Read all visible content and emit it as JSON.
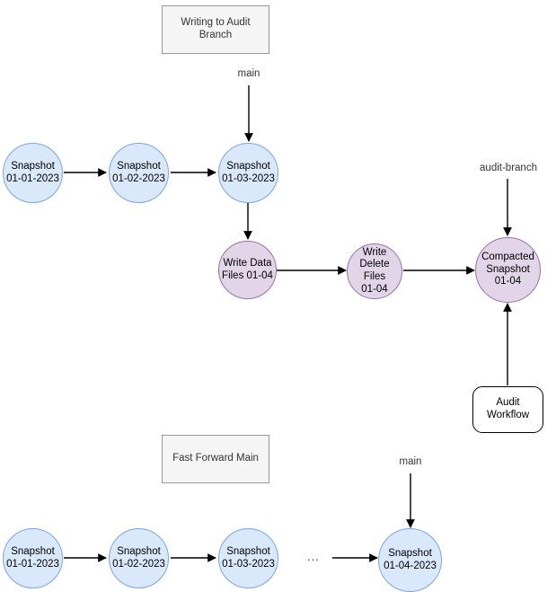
{
  "diagram": {
    "title": "Writing to Audit Branch / Fast Forward Main",
    "colors": {
      "snapshot_fill": "#dae8fc",
      "snapshot_stroke": "#7ea6d9",
      "write_fill": "#e1d5e7",
      "write_stroke": "#9a71a8",
      "label_box_fill": "#f5f5f5",
      "label_box_stroke": "#999999",
      "workflow_box_fill": "#ffffff",
      "workflow_box_stroke": "#000000",
      "edge_stroke": "#000000",
      "background": "#ffffff"
    },
    "sections": [
      {
        "id": "writing-to-audit-branch",
        "label": "Writing to Audit\nBranch"
      },
      {
        "id": "fast-forward-main",
        "label": "Fast Forward Main"
      }
    ],
    "top_section": {
      "branch_label_main": "main",
      "branch_label_audit": "audit-branch",
      "snapshots": [
        {
          "id": "snap-01-01",
          "label": "Snapshot\n01-01-2023"
        },
        {
          "id": "snap-01-02",
          "label": "Snapshot\n01-02-2023"
        },
        {
          "id": "snap-01-03",
          "label": "Snapshot\n01-03-2023"
        }
      ],
      "writes": [
        {
          "id": "write-data-files",
          "label": "Write Data\nFiles 01-04"
        },
        {
          "id": "write-delete-files",
          "label": "Write\nDelete Files\n01-04"
        },
        {
          "id": "compacted-snapshot",
          "label": "Compacted\nSnapshot\n01-04"
        }
      ],
      "workflow": {
        "id": "audit-workflow",
        "label": "Audit\nWorkflow"
      }
    },
    "bottom_section": {
      "branch_label_main": "main",
      "ellipsis": "...",
      "snapshots": [
        {
          "id": "snap-b-01-01",
          "label": "Snapshot\n01-01-2023"
        },
        {
          "id": "snap-b-01-02",
          "label": "Snapshot\n01-02-2023"
        },
        {
          "id": "snap-b-01-03",
          "label": "Snapshot\n01-03-2023"
        },
        {
          "id": "snap-b-01-04",
          "label": "Snapshot\n01-04-2023"
        }
      ]
    }
  }
}
